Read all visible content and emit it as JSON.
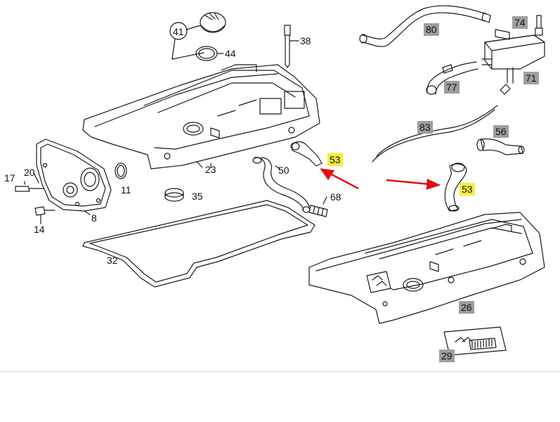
{
  "diagram": {
    "labels": {
      "l41": "41",
      "l44": "44",
      "l38": "38",
      "l80": "80",
      "l74": "74",
      "l77": "77",
      "l71": "71",
      "l83": "83",
      "l56": "56",
      "l53a": "53",
      "l53b": "53",
      "l23": "23",
      "l50": "50",
      "l68": "68",
      "l17": "17",
      "l20": "20",
      "l11": "11",
      "l35": "35",
      "l14": "14",
      "l8": "8",
      "l32": "32",
      "l26": "26",
      "l29": "29"
    },
    "colors": {
      "line": "#1a1a1a",
      "arrow": "#e01010",
      "highlight": "#f5ee3a",
      "gray_tag": "#9e9e9e"
    }
  }
}
